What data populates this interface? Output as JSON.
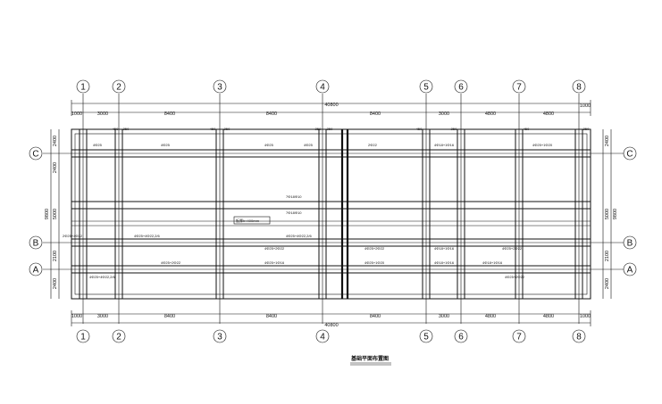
{
  "axes_top": [
    "1",
    "2",
    "3",
    "4",
    "5",
    "6",
    "7",
    "8"
  ],
  "axes_side": [
    "C",
    "B",
    "A"
  ],
  "dims_top": [
    "1000",
    "3000",
    "8400",
    "8400",
    "8400",
    "3000",
    "4800",
    "4800",
    "1000"
  ],
  "total_length": "40800",
  "dims_left": [
    "2400",
    "2400",
    "5000",
    "2100",
    "2400"
  ],
  "dims_left_total": "9800",
  "dims_right": [
    "2400",
    "5000",
    "2100",
    "2400"
  ],
  "dims_right_total": "9800",
  "dims_bottom": [
    "1000",
    "3000",
    "8400",
    "8400",
    "8400",
    "3000",
    "4800",
    "4800",
    "1000"
  ],
  "local_dims": [
    "450",
    "250",
    "450",
    "250",
    "250",
    "250",
    "450",
    "250",
    "450",
    "250"
  ],
  "beam_labels_c": [
    "4Φ25",
    "4Φ25",
    "4Φ25",
    "4Φ25",
    "2Φ22",
    "4Φ18+1Φ16",
    "4Φ25+1Φ20"
  ],
  "beam_labels_b": [
    "2Φ25+4Φ22",
    "4Φ25+4Φ22,2/6",
    "4Φ25+2Φ22",
    "4Φ25+4Φ22,2/6",
    "4Φ25+2Φ22",
    "4Φ18+1Φ16",
    "4Φ25+2Φ22"
  ],
  "beam_labels_a": [
    "4Φ25+4Φ22,2/6",
    "4Φ25+2Φ22",
    "4Φ25+1Φ16",
    "4Φ25+1Φ20",
    "4Φ18+1Φ16",
    "4Φ18+1Φ16",
    "4Φ25+2Φ22"
  ],
  "mid_beam_labels": [
    "7Φ18Φ10",
    "7Φ18Φ10"
  ],
  "note": "板厚h=400mm",
  "title": "基础平面布置图",
  "colors": {
    "line": "#111111",
    "background": "#ffffff"
  }
}
